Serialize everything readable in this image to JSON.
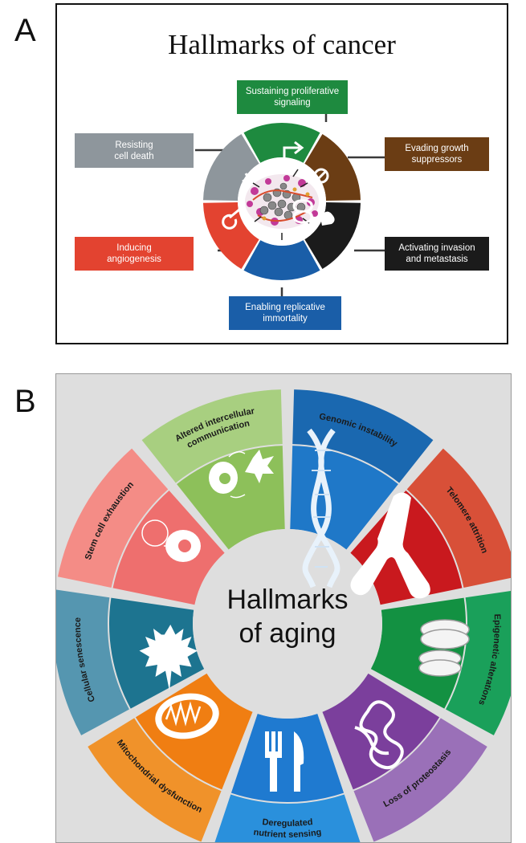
{
  "panels": {
    "a": {
      "letter": "A",
      "title": "Hallmarks of cancer",
      "hallmarks": [
        {
          "label": "Sustaining proliferative\nsignaling",
          "color": "#1e8a3f"
        },
        {
          "label": "Evading growth\nsuppressors",
          "color": "#6b3d14"
        },
        {
          "label": "Activating invasion\nand metastasis",
          "color": "#1b1b1b"
        },
        {
          "label": "Enabling replicative\nimmortality",
          "color": "#1a5ea8"
        },
        {
          "label": "Inducing\nangiogenesis",
          "color": "#e34330"
        },
        {
          "label": "Resisting\ncell death",
          "color": "#8e969c"
        }
      ]
    },
    "b": {
      "letter": "B",
      "title_line1": "Hallmarks",
      "title_line2": "of aging",
      "hallmarks": [
        {
          "label": "Genomic instability",
          "color": "#1f78c8",
          "outer": "#1a68b0"
        },
        {
          "label": "Telomere attrition",
          "color": "#c9191e",
          "outer": "#d85038"
        },
        {
          "label": "Epigenetic alterations",
          "color": "#139142",
          "outer": "#1aa05a"
        },
        {
          "label": "Loss of proteostasis",
          "color": "#7b3f9c",
          "outer": "#9a70b8"
        },
        {
          "label": "Deregulated\nnutrient sensing",
          "color": "#1f7ad0",
          "outer": "#2a90dc"
        },
        {
          "label": "Mitochondrial dysfunction",
          "color": "#f07e12",
          "outer": "#f0922a"
        },
        {
          "label": "Cellular senescence",
          "color": "#1d7490",
          "outer": "#5596b0"
        },
        {
          "label": "Stem cell exhaustion",
          "color": "#ee6f6e",
          "outer": "#f48c86"
        },
        {
          "label": "Altered intercellular\ncommunication",
          "color": "#8dc05a",
          "outer": "#a8cf80"
        }
      ]
    }
  }
}
